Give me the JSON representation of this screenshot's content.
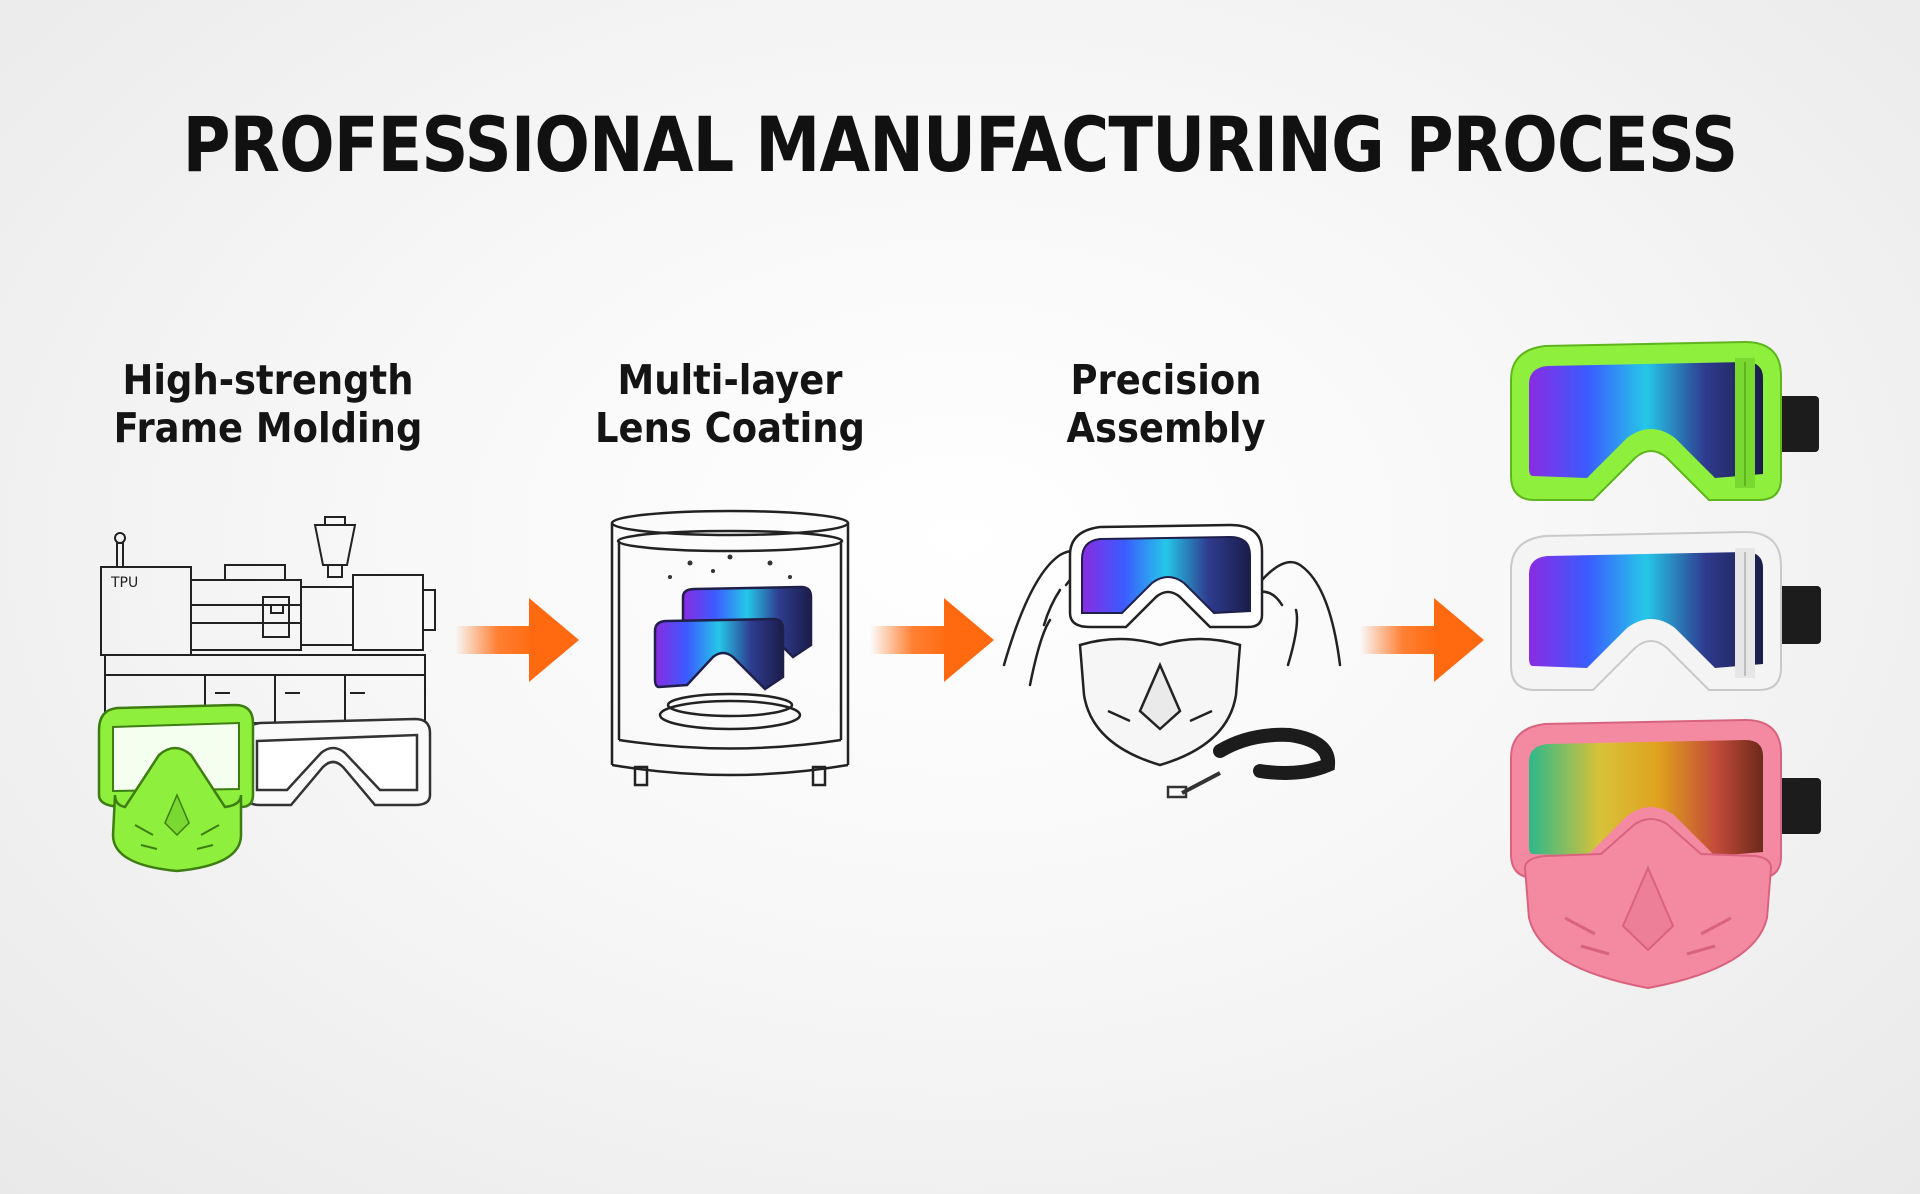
{
  "title": "PROFESSIONAL MANUFACTURING PROCESS",
  "steps": [
    {
      "line1": "High-strength",
      "line2": "Frame Molding",
      "machine_tag": "TPU"
    },
    {
      "line1": "Multi-layer",
      "line2": "Lens Coating"
    },
    {
      "line1": "Precision",
      "line2": "Assembly"
    }
  ],
  "colors": {
    "arrow": "#ff6a10",
    "green_frame": "#8ef03c",
    "white_frame": "#f4f4f4",
    "pink_frame": "#f48aa2",
    "strap": "#1c1c1c"
  }
}
